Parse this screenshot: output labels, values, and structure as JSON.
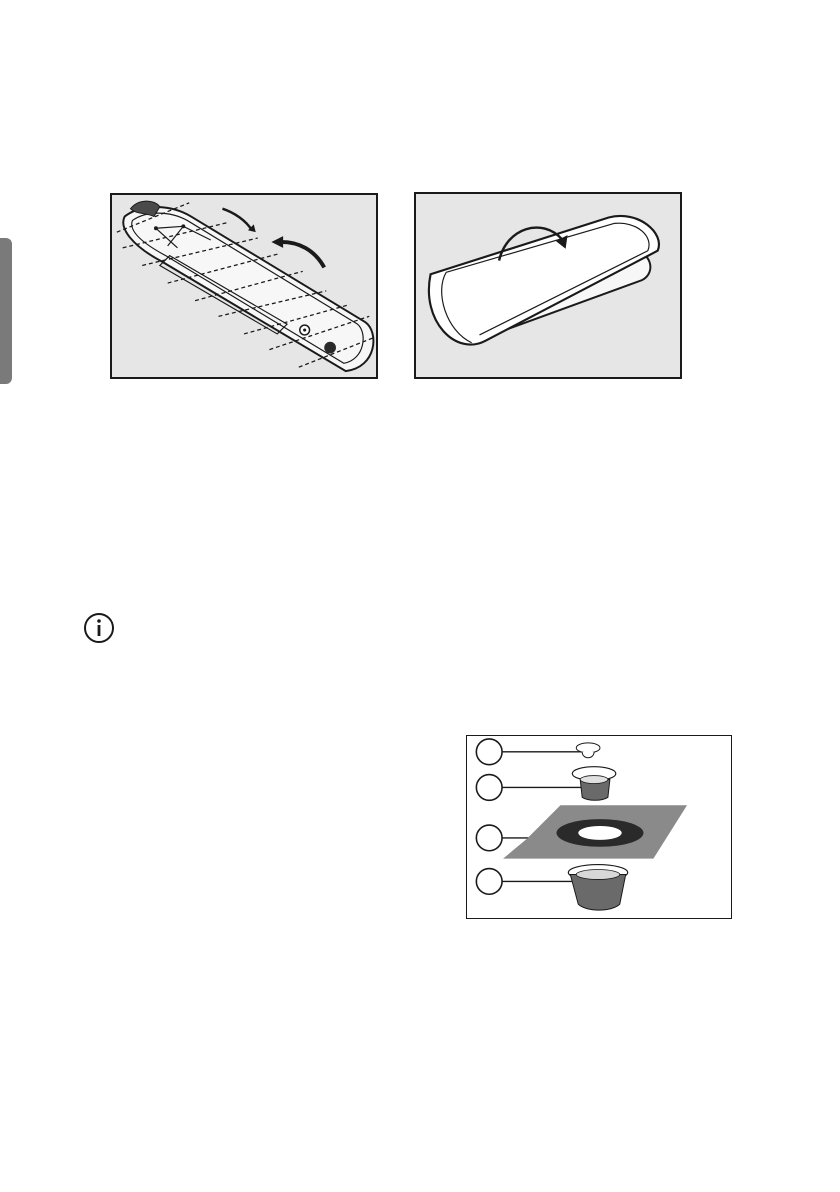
{
  "page": {
    "side_tab_color": "#7a7a7a"
  },
  "figures": {
    "folding_board": {
      "icon": "board-fold-illustration"
    },
    "rolled_board": {
      "icon": "rolled-board-illustration"
    },
    "valve_parts": {
      "icon": "valve-exploded-view",
      "callout_count": 4
    }
  },
  "note_icon": {
    "icon": "info-icon"
  }
}
